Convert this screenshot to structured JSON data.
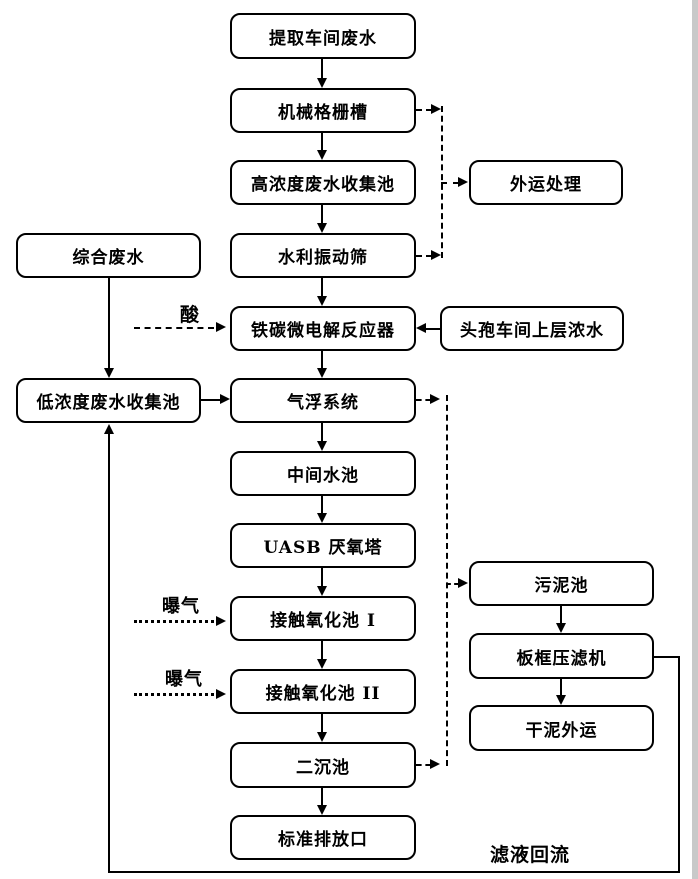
{
  "diagram": {
    "type": "flowchart",
    "language": "zh-CN",
    "colors": {
      "line": "#000000",
      "box_border": "#000000",
      "background": "#ffffff"
    },
    "nodes": [
      {
        "id": "extraction-workshop-wastewater",
        "label": "提取车间废水"
      },
      {
        "id": "mechanical-bar-screen",
        "label": "机械格栅槽"
      },
      {
        "id": "high-concentration-collection-tank",
        "label": "高浓度废水收集池"
      },
      {
        "id": "hydraulic-vibrating-screen",
        "label": "水利振动筛"
      },
      {
        "id": "iron-carbon-micro-electrolysis-reactor",
        "label": "铁碳微电解反应器"
      },
      {
        "id": "air-flotation-system",
        "label": "气浮系统"
      },
      {
        "id": "intermediate-water-tank",
        "label": "中间水池"
      },
      {
        "id": "uasb-anaerobic-tower",
        "label": "UASB 厌氧塔"
      },
      {
        "id": "contact-oxidation-tank-1",
        "label": "接触氧化池 I"
      },
      {
        "id": "contact-oxidation-tank-2",
        "label": "接触氧化池 II"
      },
      {
        "id": "secondary-sedimentation-tank",
        "label": "二沉池"
      },
      {
        "id": "standard-discharge-outlet",
        "label": "标准排放口"
      },
      {
        "id": "comprehensive-wastewater",
        "label": "综合废水"
      },
      {
        "id": "low-concentration-collection-tank",
        "label": "低浓度废水收集池"
      },
      {
        "id": "offsite-treatment",
        "label": "外运处理"
      },
      {
        "id": "cephalosporin-workshop-upper-concentrate",
        "label": "头孢车间上层浓水"
      },
      {
        "id": "sludge-tank",
        "label": "污泥池"
      },
      {
        "id": "plate-frame-filter-press",
        "label": "板框压滤机"
      },
      {
        "id": "dry-sludge-offsite",
        "label": "干泥外运"
      }
    ],
    "edge_labels": {
      "acid": "酸",
      "aeration_1": "曝气",
      "aeration_2": "曝气",
      "filtrate_return": "滤液回流"
    },
    "edges": [
      {
        "from": "提取车间废水",
        "to": "机械格栅槽",
        "style": "solid"
      },
      {
        "from": "机械格栅槽",
        "to": "高浓度废水收集池",
        "style": "solid"
      },
      {
        "from": "高浓度废水收集池",
        "to": "水利振动筛",
        "style": "solid"
      },
      {
        "from": "水利振动筛",
        "to": "铁碳微电解反应器",
        "style": "solid"
      },
      {
        "from": "铁碳微电解反应器",
        "to": "气浮系统",
        "style": "solid"
      },
      {
        "from": "气浮系统",
        "to": "中间水池",
        "style": "solid"
      },
      {
        "from": "中间水池",
        "to": "UASB 厌氧塔",
        "style": "solid"
      },
      {
        "from": "UASB 厌氧塔",
        "to": "接触氧化池 I",
        "style": "solid"
      },
      {
        "from": "接触氧化池 I",
        "to": "接触氧化池 II",
        "style": "solid"
      },
      {
        "from": "接触氧化池 II",
        "to": "二沉池",
        "style": "solid"
      },
      {
        "from": "二沉池",
        "to": "标准排放口",
        "style": "solid"
      },
      {
        "from": "综合废水",
        "to": "低浓度废水收集池",
        "style": "solid"
      },
      {
        "from": "低浓度废水收集池",
        "to": "气浮系统",
        "style": "solid"
      },
      {
        "from": "头孢车间上层浓水",
        "to": "铁碳微电解反应器",
        "style": "solid"
      },
      {
        "from": "酸",
        "to": "铁碳微电解反应器",
        "style": "dashed"
      },
      {
        "from": "机械格栅槽",
        "to": "外运处理",
        "style": "dashed"
      },
      {
        "from": "水利振动筛",
        "to": "外运处理",
        "style": "dashed"
      },
      {
        "from": "气浮系统",
        "to": "污泥池",
        "style": "dashed"
      },
      {
        "from": "二沉池",
        "to": "污泥池",
        "style": "dashed"
      },
      {
        "from": "曝气",
        "to": "接触氧化池 I",
        "style": "dotted"
      },
      {
        "from": "曝气",
        "to": "接触氧化池 II",
        "style": "dotted"
      },
      {
        "from": "污泥池",
        "to": "板框压滤机",
        "style": "solid"
      },
      {
        "from": "板框压滤机",
        "to": "干泥外运",
        "style": "solid"
      },
      {
        "from": "板框压滤机",
        "to": "低浓度废水收集池",
        "style": "solid",
        "label": "滤液回流"
      }
    ]
  }
}
